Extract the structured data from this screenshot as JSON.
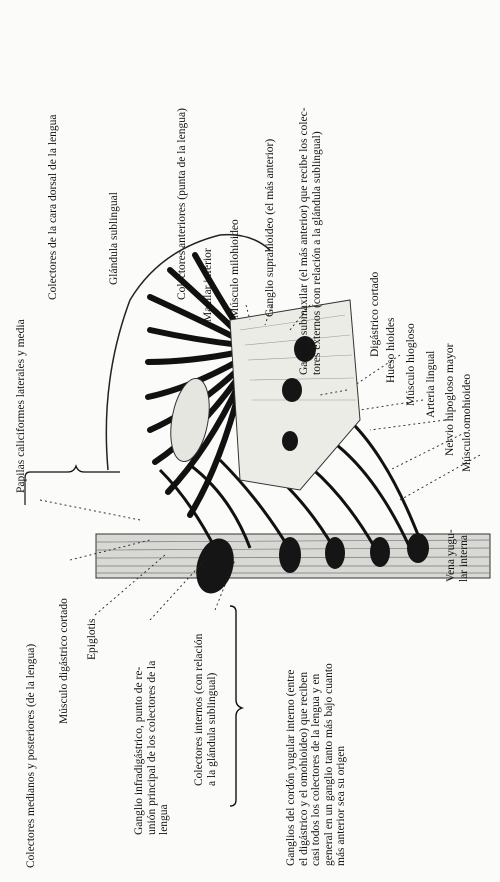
{
  "figure": {
    "labels": {
      "papilas": "Papilas caliciformes laterales y media",
      "colectores_dorsal": "Colectores de la cara dorsal de la lengua",
      "glandula_sublingual": "Glándula sublingual",
      "colectores_anteriores": "Colectores anteriores (punta de la lengua)",
      "maxilar_inferior": "Maxilar inferior",
      "musculo_milohioideo": "Músculo milohioideo",
      "ganglio_suprahioideo": "Ganglio suprahioideo (el más anterior)",
      "ganglio_submaxilar": [
        "Ganglio submaxilar (el más anterior) que recibe los colec-",
        "tores externos (con relación a la glándula sublingual)"
      ],
      "digastrico_cortado": "Digástrico cortado",
      "hueso_hioides": "Hueso hioides",
      "musculo_hiogloso": "Músculo hiogloso",
      "arteria_lingual": "Arteria lingual",
      "nervio_hipogloso": "Nervio hipogloso mayor",
      "musculo_omohioideo": "Músculo omohioideo",
      "vena_yugular": [
        "Vena yugu-",
        "lar interna"
      ],
      "colectores_medianos": "Colectores medianos y posteriores (de la lengua)",
      "musculo_digastrico_cortado": "Músculo digástrico cortado",
      "epiglotis": "Epiglotis",
      "ganglio_infradigastrico": [
        "Ganglio infradigástrico, punto de re-",
        "unión principal de los colectores de la",
        "lengua"
      ],
      "colectores_internos": [
        "Colectores internos (con relación",
        "a la glándula sublingual)"
      ],
      "ganglios_cordon": [
        "Ganglios del cordón yugular interno (entre",
        "el digástrico y el omohioideo) que reciben",
        "casi todos los colectores de la lengua y en",
        "general en un ganglio tanto más bajo cuanto",
        "más anterior sea su origen"
      ]
    }
  }
}
